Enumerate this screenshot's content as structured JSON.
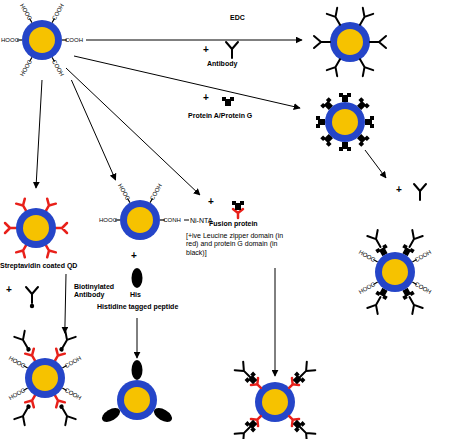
{
  "diagram": {
    "nodes": [
      {
        "text": [
          "HOOC",
          "COOH",
          "HOOC",
          "COOH",
          "HOOC",
          "COOH"
        ]
      },
      {
        "text": [
          "Streptavidin coated QD"
        ]
      },
      {
        "text": [
          "HOOC",
          "COOH",
          "HOOC",
          "CONH",
          "Ni-NTA"
        ]
      },
      {
        "text": [
          "HOOC",
          "COOH",
          "HOOC",
          "COOH"
        ]
      },
      {
        "text": [
          "HOOC",
          "COOH",
          "HOOC",
          "COOH"
        ]
      }
    ],
    "edges": [
      {
        "from": 0,
        "to": 1,
        "arrow": "to"
      },
      {
        "from": 0,
        "to": 2,
        "arrow": "to"
      },
      {
        "from": 1,
        "to": 4,
        "arrow": "to"
      }
    ],
    "labels": [
      "EDC",
      "+",
      "Antibody",
      "+",
      "Protein A/Protein G",
      "+",
      "Fusion protein",
      "[+ive Leucine zipper domain (in red) and protein G domain (in black)]",
      "+",
      "His",
      "Histidine tagged peptide",
      "+",
      "Biotinylated Antibody",
      "+"
    ]
  }
}
